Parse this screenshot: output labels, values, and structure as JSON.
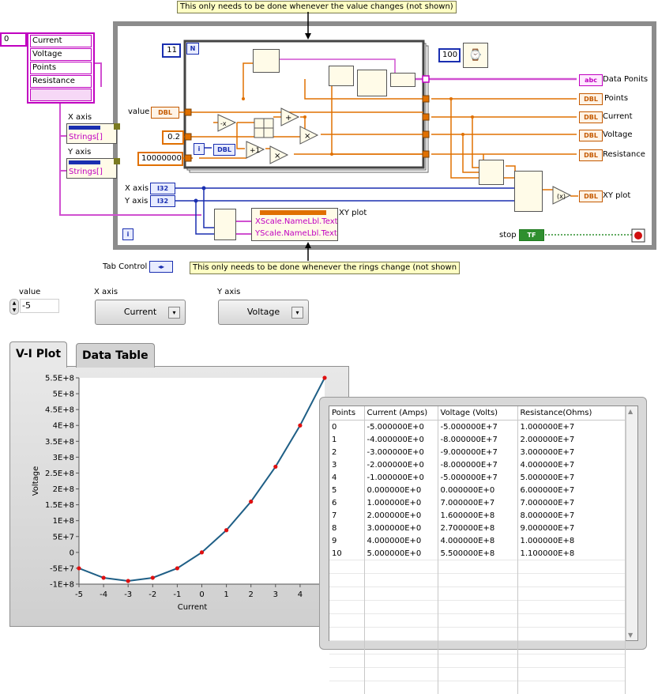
{
  "notes": {
    "top": "This only needs to be done whenever the value changes (not shown)",
    "bottom": "This only needs to be done whenever the rings change (not shown"
  },
  "diagram": {
    "index_const": "0",
    "ring_items": [
      "Current",
      "Voltage",
      "Points",
      "Resistance",
      ""
    ],
    "xaxis_label": "X axis",
    "yaxis_label": "Y axis",
    "strings_label": "Strings[]",
    "loop_count": "11",
    "loop_n": "N",
    "loop_i": "i",
    "while_i": "i",
    "value_label": "value",
    "const_02": "0.2",
    "const_big": "10000000",
    "wait_const": "100",
    "dbl_tag": "DBL",
    "i32_tag": "I32",
    "abc_tag": "abc",
    "tf_tag": "TF",
    "outputs": [
      "Data Ponits",
      "Points",
      "Current",
      "Voltage",
      "Resistance",
      "XY plot"
    ],
    "x_axis_ctrl": "X axis",
    "y_axis_ctrl": "Y axis",
    "xy_plot_label": "XY plot",
    "xscale_prop": "XScale.NameLbl.Text",
    "yscale_prop": "YScale.NameLbl.Text",
    "stop_label": "stop",
    "tab_control_label": "Tab Control"
  },
  "front": {
    "value_label": "value",
    "value": "-5",
    "xaxis_label": "X axis",
    "xaxis_value": "Current",
    "yaxis_label": "Y axis",
    "yaxis_value": "Voltage",
    "tabs": [
      "V-I Plot",
      "Data Table"
    ]
  },
  "table": {
    "headers": [
      "Points",
      "Current (Amps)",
      "Voltage (Volts)",
      "Resistance(Ohms)"
    ],
    "rows": [
      [
        "0",
        "-5.000000E+0",
        "-5.000000E+7",
        "1.000000E+7"
      ],
      [
        "1",
        "-4.000000E+0",
        "-8.000000E+7",
        "2.000000E+7"
      ],
      [
        "2",
        "-3.000000E+0",
        "-9.000000E+7",
        "3.000000E+7"
      ],
      [
        "3",
        "-2.000000E+0",
        "-8.000000E+7",
        "4.000000E+7"
      ],
      [
        "4",
        "-1.000000E+0",
        "-5.000000E+7",
        "5.000000E+7"
      ],
      [
        "5",
        "0.000000E+0",
        "0.000000E+0",
        "6.000000E+7"
      ],
      [
        "6",
        "1.000000E+0",
        "7.000000E+7",
        "7.000000E+7"
      ],
      [
        "7",
        "2.000000E+0",
        "1.600000E+8",
        "8.000000E+7"
      ],
      [
        "8",
        "3.000000E+0",
        "2.700000E+8",
        "9.000000E+7"
      ],
      [
        "9",
        "4.000000E+0",
        "4.000000E+8",
        "1.000000E+8"
      ],
      [
        "10",
        "5.000000E+0",
        "5.500000E+8",
        "1.100000E+8"
      ]
    ]
  },
  "chart_data": {
    "type": "line",
    "x": [
      -5,
      -4,
      -3,
      -2,
      -1,
      0,
      1,
      2,
      3,
      4,
      5
    ],
    "series": [
      {
        "values": [
          -50000000,
          -80000000,
          -90000000,
          -80000000,
          -50000000,
          0,
          70000000,
          160000000,
          270000000,
          400000000,
          550000000
        ]
      }
    ],
    "xlabel": "Current",
    "ylabel": "Voltage",
    "xlim": [
      -5,
      5
    ],
    "ylim": [
      -100000000,
      550000000
    ],
    "xticks": [
      "-5",
      "-4",
      "-3",
      "-2",
      "-1",
      "0",
      "1",
      "2",
      "3",
      "4"
    ],
    "yticks": [
      "5.5E+8",
      "5E+8",
      "4.5E+8",
      "4E+8",
      "3.5E+8",
      "3E+8",
      "2.5E+8",
      "2E+8",
      "1.5E+8",
      "1E+8",
      "5E+7",
      "0",
      "-5E+7",
      "-1E+8"
    ],
    "grid": false,
    "line_color": "#1f5f86",
    "marker_color": "#e01010"
  }
}
